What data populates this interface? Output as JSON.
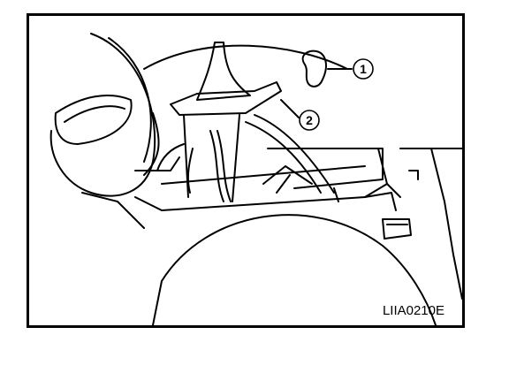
{
  "callouts": [
    {
      "id": "1",
      "label": "1"
    },
    {
      "id": "2",
      "label": "2"
    }
  ],
  "figure_code": "LIIA0210E"
}
